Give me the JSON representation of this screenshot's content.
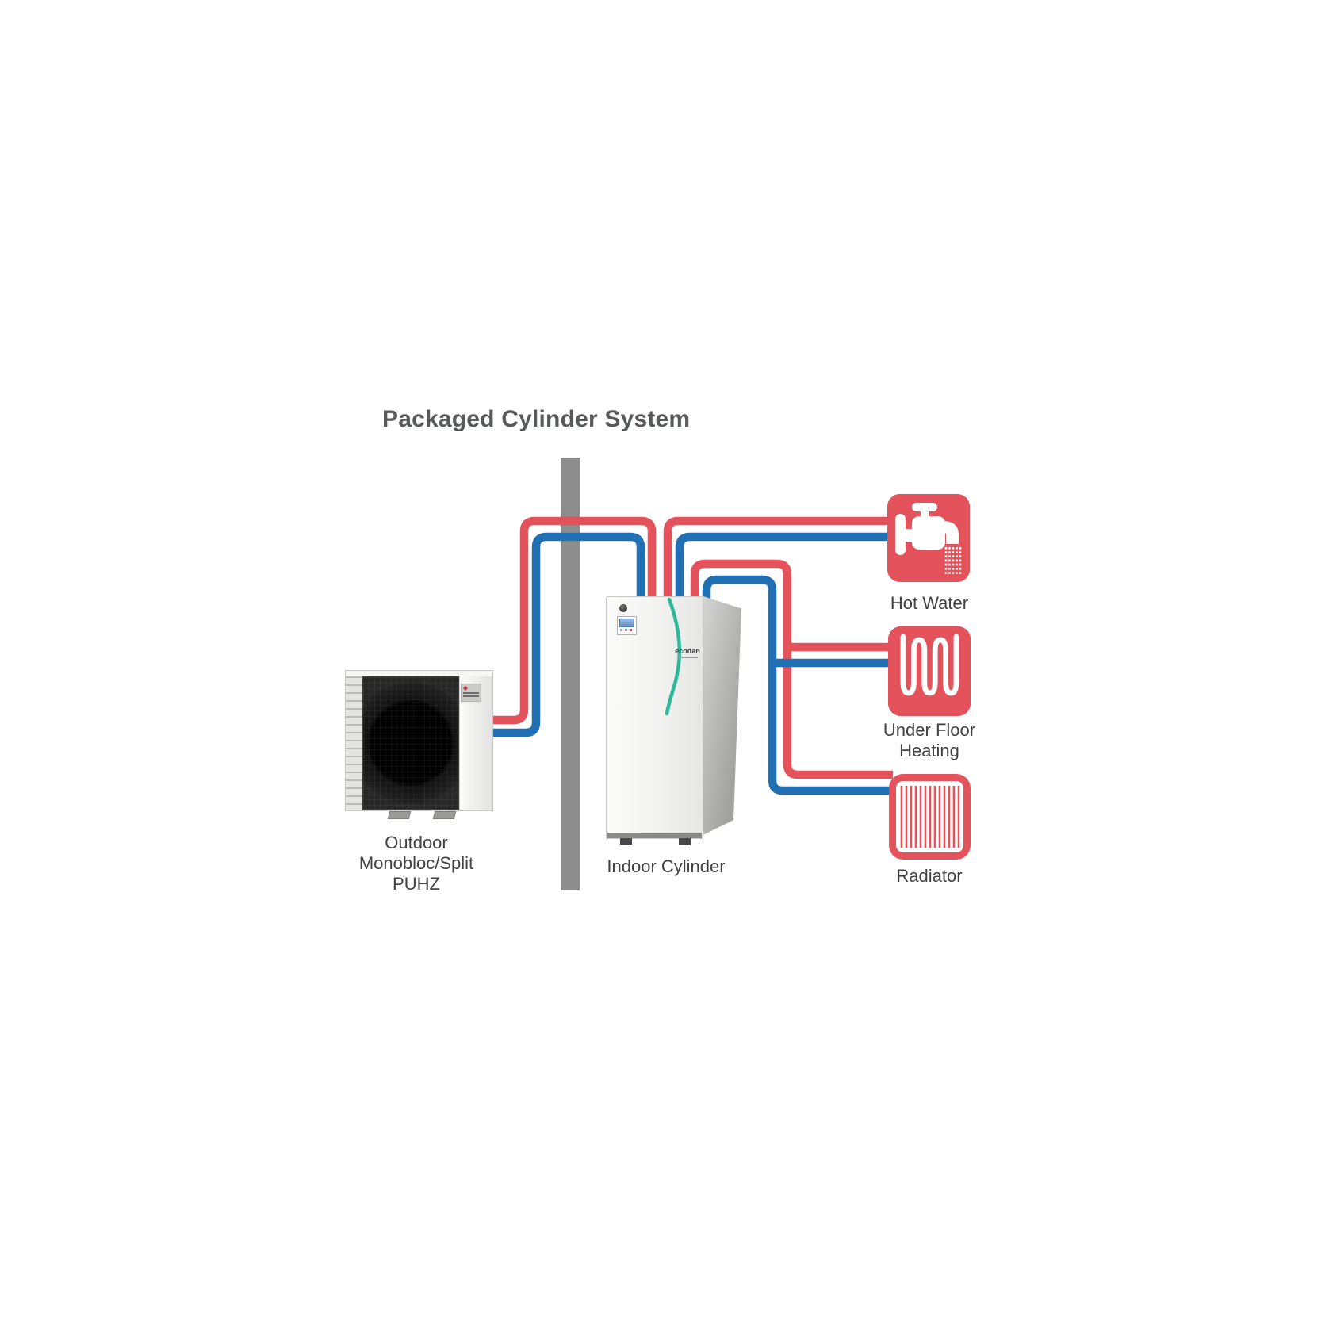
{
  "title": "Packaged Cylinder System",
  "colors": {
    "pipe_hot": "#e4525b",
    "pipe_cold": "#2170b4",
    "icon_red": "#e4525b",
    "icon_glyph_white": "#ffffff",
    "wall_gray": "#8d8d8d",
    "title_text": "#58595b",
    "label_text": "#414042",
    "ecodan_stripe": "#2fb99b"
  },
  "outdoor_unit": {
    "label_lines": [
      "Outdoor",
      "Monobloc/Split",
      "PUHZ"
    ]
  },
  "indoor_unit": {
    "label": "Indoor Cylinder",
    "brand": "ecodan"
  },
  "endpoints": {
    "hot_water": {
      "label": "Hot Water"
    },
    "under_floor": {
      "label_lines": [
        "Under Floor",
        "Heating"
      ]
    },
    "radiator": {
      "label": "Radiator"
    }
  }
}
